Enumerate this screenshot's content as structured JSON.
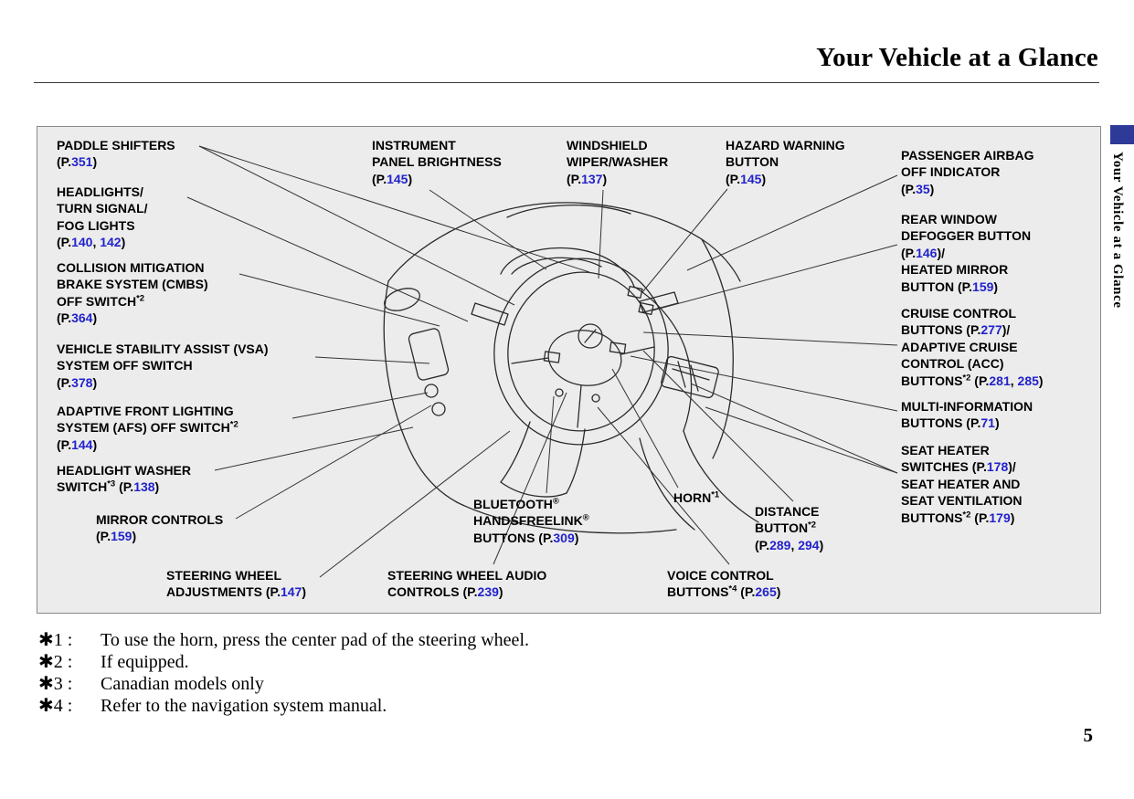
{
  "page": {
    "title": "Your Vehicle at a Glance",
    "sidebar_text": "Your Vehicle at a Glance",
    "page_number": "5"
  },
  "colors": {
    "link_blue": "#2222cc",
    "tab_blue": "#2e3a97",
    "box_bg": "#ececec",
    "box_border": "#8a8a8a"
  },
  "callouts": [
    {
      "id": "paddle-shifters",
      "lines": [
        [
          {
            "t": "PADDLE SHIFTERS"
          }
        ],
        [
          {
            "t": "(P."
          },
          {
            "t": "351",
            "b": true
          },
          {
            "t": ")"
          }
        ]
      ]
    },
    {
      "id": "headlights-turn-signal-fog",
      "lines": [
        [
          {
            "t": "HEADLIGHTS/"
          }
        ],
        [
          {
            "t": "TURN SIGNAL/"
          }
        ],
        [
          {
            "t": "FOG LIGHTS"
          }
        ],
        [
          {
            "t": "(P."
          },
          {
            "t": "140",
            "b": true
          },
          {
            "t": ", "
          },
          {
            "t": "142",
            "b": true
          },
          {
            "t": ")"
          }
        ]
      ]
    },
    {
      "id": "cmbs-off-switch",
      "lines": [
        [
          {
            "t": "COLLISION MITIGATION"
          }
        ],
        [
          {
            "t": "BRAKE SYSTEM (CMBS)"
          }
        ],
        [
          {
            "t": "OFF SWITCH"
          },
          {
            "t": "*2",
            "s": true
          }
        ],
        [
          {
            "t": "(P."
          },
          {
            "t": "364",
            "b": true
          },
          {
            "t": ")"
          }
        ]
      ]
    },
    {
      "id": "vsa-off-switch",
      "lines": [
        [
          {
            "t": "VEHICLE STABILITY ASSIST (VSA)"
          }
        ],
        [
          {
            "t": "SYSTEM OFF SWITCH"
          }
        ],
        [
          {
            "t": "(P."
          },
          {
            "t": "378",
            "b": true
          },
          {
            "t": ")"
          }
        ]
      ]
    },
    {
      "id": "afs-off-switch",
      "lines": [
        [
          {
            "t": "ADAPTIVE FRONT LIGHTING"
          }
        ],
        [
          {
            "t": "SYSTEM (AFS) OFF SWITCH"
          },
          {
            "t": "*2",
            "s": true
          }
        ],
        [
          {
            "t": "(P."
          },
          {
            "t": "144",
            "b": true
          },
          {
            "t": ")"
          }
        ]
      ]
    },
    {
      "id": "headlight-washer-switch",
      "lines": [
        [
          {
            "t": "HEADLIGHT WASHER"
          }
        ],
        [
          {
            "t": "SWITCH"
          },
          {
            "t": "*3",
            "s": true
          },
          {
            "t": " (P."
          },
          {
            "t": "138",
            "b": true
          },
          {
            "t": ")"
          }
        ]
      ]
    },
    {
      "id": "mirror-controls",
      "lines": [
        [
          {
            "t": "MIRROR CONTROLS"
          }
        ],
        [
          {
            "t": "(P."
          },
          {
            "t": "159",
            "b": true
          },
          {
            "t": ")"
          }
        ]
      ]
    },
    {
      "id": "steering-wheel-adjustments",
      "lines": [
        [
          {
            "t": "STEERING WHEEL"
          }
        ],
        [
          {
            "t": "ADJUSTMENTS (P."
          },
          {
            "t": "147",
            "b": true
          },
          {
            "t": ")"
          }
        ]
      ]
    },
    {
      "id": "instrument-panel-brightness",
      "lines": [
        [
          {
            "t": "INSTRUMENT"
          }
        ],
        [
          {
            "t": "PANEL BRIGHTNESS"
          }
        ],
        [
          {
            "t": "(P."
          },
          {
            "t": "145",
            "b": true
          },
          {
            "t": ")"
          }
        ]
      ]
    },
    {
      "id": "windshield-wiper-washer",
      "lines": [
        [
          {
            "t": "WINDSHIELD"
          }
        ],
        [
          {
            "t": "WIPER/WASHER"
          }
        ],
        [
          {
            "t": "(P."
          },
          {
            "t": "137",
            "b": true
          },
          {
            "t": ")"
          }
        ]
      ]
    },
    {
      "id": "hazard-warning-button",
      "lines": [
        [
          {
            "t": "HAZARD WARNING"
          }
        ],
        [
          {
            "t": "BUTTON"
          }
        ],
        [
          {
            "t": "(P."
          },
          {
            "t": "145",
            "b": true
          },
          {
            "t": ")"
          }
        ]
      ]
    },
    {
      "id": "passenger-airbag-off-indicator",
      "lines": [
        [
          {
            "t": "PASSENGER AIRBAG"
          }
        ],
        [
          {
            "t": "OFF INDICATOR"
          }
        ],
        [
          {
            "t": "(P."
          },
          {
            "t": "35",
            "b": true
          },
          {
            "t": ")"
          }
        ]
      ]
    },
    {
      "id": "rear-window-defogger",
      "lines": [
        [
          {
            "t": "REAR WINDOW"
          }
        ],
        [
          {
            "t": "DEFOGGER BUTTON"
          }
        ],
        [
          {
            "t": "(P."
          },
          {
            "t": "146",
            "b": true
          },
          {
            "t": ")/"
          }
        ],
        [
          {
            "t": "HEATED MIRROR"
          }
        ],
        [
          {
            "t": "BUTTON (P."
          },
          {
            "t": "159",
            "b": true
          },
          {
            "t": ")"
          }
        ]
      ]
    },
    {
      "id": "cruise-control-buttons",
      "lines": [
        [
          {
            "t": "CRUISE CONTROL"
          }
        ],
        [
          {
            "t": "BUTTONS (P."
          },
          {
            "t": "277",
            "b": true
          },
          {
            "t": ")/"
          }
        ],
        [
          {
            "t": "ADAPTIVE CRUISE"
          }
        ],
        [
          {
            "t": "CONTROL (ACC)"
          }
        ],
        [
          {
            "t": "BUTTONS"
          },
          {
            "t": "*2",
            "s": true
          },
          {
            "t": " (P."
          },
          {
            "t": "281",
            "b": true
          },
          {
            "t": ", "
          },
          {
            "t": "285",
            "b": true
          },
          {
            "t": ")"
          }
        ]
      ]
    },
    {
      "id": "multi-information-buttons",
      "lines": [
        [
          {
            "t": "MULTI-INFORMATION"
          }
        ],
        [
          {
            "t": "BUTTONS (P."
          },
          {
            "t": "71",
            "b": true
          },
          {
            "t": ")"
          }
        ]
      ]
    },
    {
      "id": "seat-heater-switches",
      "lines": [
        [
          {
            "t": "SEAT HEATER"
          }
        ],
        [
          {
            "t": "SWITCHES (P."
          },
          {
            "t": "178",
            "b": true
          },
          {
            "t": ")/"
          }
        ],
        [
          {
            "t": "SEAT HEATER AND"
          }
        ],
        [
          {
            "t": "SEAT VENTILATION"
          }
        ],
        [
          {
            "t": "BUTTONS"
          },
          {
            "t": "*2",
            "s": true
          },
          {
            "t": " (P."
          },
          {
            "t": "179",
            "b": true
          },
          {
            "t": ")"
          }
        ]
      ]
    },
    {
      "id": "bluetooth-handsfreelink",
      "lines": [
        [
          {
            "t": "BLUETOOTH"
          },
          {
            "t": "®",
            "s": true
          }
        ],
        [
          {
            "t": "HANDSFREELINK"
          },
          {
            "t": "®",
            "s": true
          }
        ],
        [
          {
            "t": "BUTTONS (P."
          },
          {
            "t": "309",
            "b": true
          },
          {
            "t": ")"
          }
        ]
      ]
    },
    {
      "id": "horn",
      "lines": [
        [
          {
            "t": "HORN"
          },
          {
            "t": "*1",
            "s": true
          }
        ]
      ]
    },
    {
      "id": "distance-button",
      "lines": [
        [
          {
            "t": "DISTANCE"
          }
        ],
        [
          {
            "t": "BUTTON"
          },
          {
            "t": "*2",
            "s": true
          }
        ],
        [
          {
            "t": "(P."
          },
          {
            "t": "289",
            "b": true
          },
          {
            "t": ", "
          },
          {
            "t": "294",
            "b": true
          },
          {
            "t": ")"
          }
        ]
      ]
    },
    {
      "id": "steering-wheel-audio-controls",
      "lines": [
        [
          {
            "t": "STEERING WHEEL AUDIO"
          }
        ],
        [
          {
            "t": "CONTROLS (P."
          },
          {
            "t": "239",
            "b": true
          },
          {
            "t": ")"
          }
        ]
      ]
    },
    {
      "id": "voice-control-buttons",
      "lines": [
        [
          {
            "t": "VOICE CONTROL"
          }
        ],
        [
          {
            "t": "BUTTONS"
          },
          {
            "t": "*4",
            "s": true
          },
          {
            "t": " (P."
          },
          {
            "t": "265",
            "b": true
          },
          {
            "t": ")"
          }
        ]
      ]
    }
  ],
  "footnotes": [
    {
      "marker": "✱1 :",
      "text": "To use the horn, press the center pad of the steering wheel."
    },
    {
      "marker": "✱2 :",
      "text": "If equipped."
    },
    {
      "marker": "✱3 :",
      "text": "Canadian models only"
    },
    {
      "marker": "✱4 :",
      "text": "Refer to the navigation system manual."
    }
  ]
}
